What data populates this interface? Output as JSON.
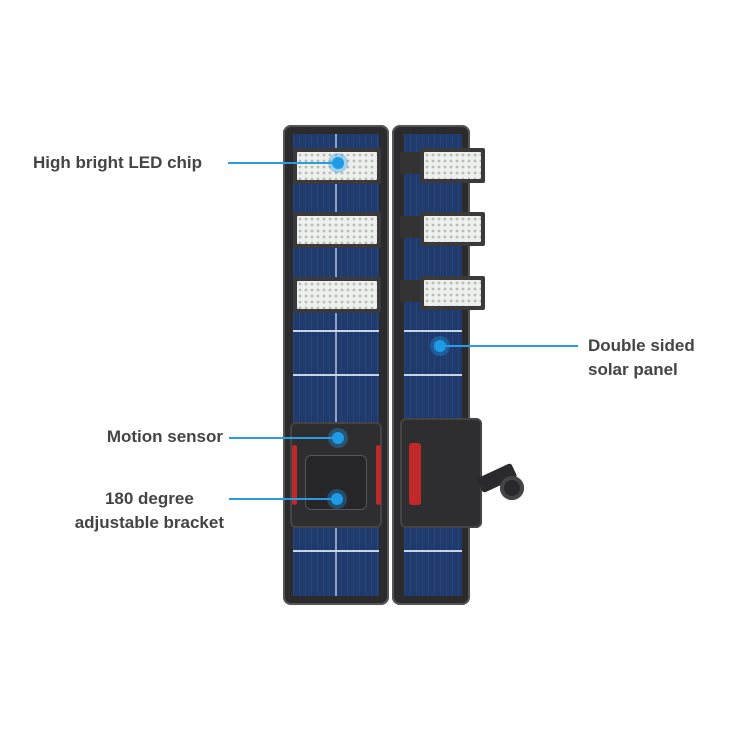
{
  "callouts": {
    "led_chip": "High bright LED chip",
    "solar_panel_line1": "Double sided",
    "solar_panel_line2": "solar panel",
    "motion_sensor": "Motion sensor",
    "bracket_line1": "180 degree",
    "bracket_line2": "adjustable bracket"
  },
  "colors": {
    "callout_dot": "#1e9be6",
    "solar": "#1f3b6e",
    "accent_red": "#c0282a"
  }
}
